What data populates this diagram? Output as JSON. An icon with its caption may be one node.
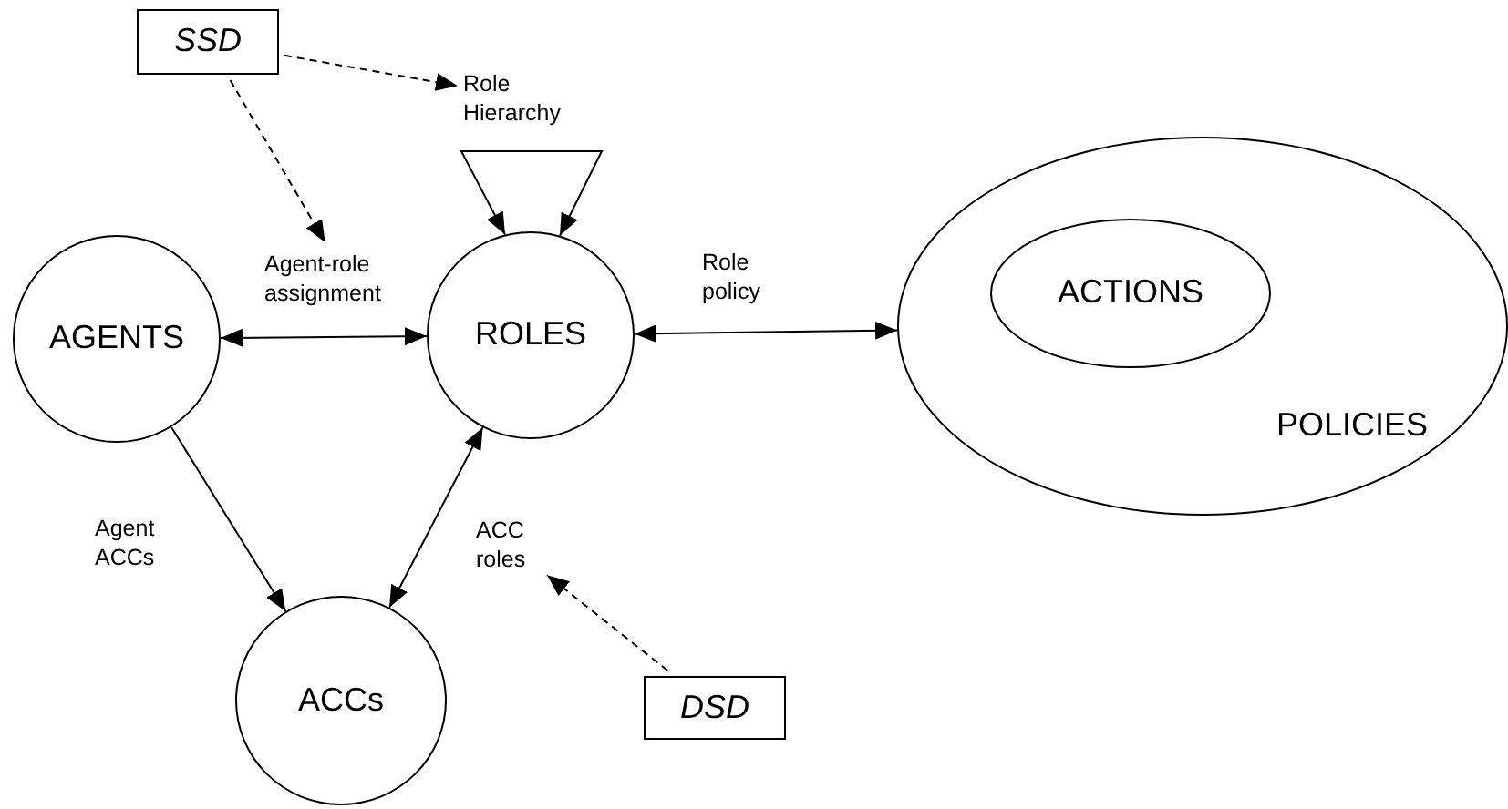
{
  "diagram": {
    "nodes": [
      {
        "text": [
          "SSD"
        ]
      },
      {
        "text": [
          "Role Hierarchy"
        ]
      },
      {
        "text": [
          "Agent-role assignment"
        ]
      },
      {
        "text": [
          "AGENTS"
        ]
      },
      {
        "text": [
          "ROLES"
        ]
      },
      {
        "text": [
          "POLICIES"
        ]
      },
      {
        "text": [
          "ACTIONS"
        ],
        "in": 5
      },
      {
        "text": [
          "ACC roles"
        ]
      },
      {
        "text": [
          "ACCs"
        ]
      },
      {
        "text": [
          "DSD"
        ]
      }
    ],
    "edges": [
      {
        "from": 0,
        "to": 1,
        "arrow": "to",
        "style": "dashed"
      },
      {
        "from": 0,
        "to": 2,
        "arrow": "to",
        "style": "dashed"
      },
      {
        "from": 4,
        "to": 4,
        "arrow": "both"
      },
      {
        "from": 3,
        "to": 4,
        "arrow": "both"
      },
      {
        "from": 4,
        "to": 5,
        "arrow": "both",
        "label": "Role policy"
      },
      {
        "from": 3,
        "to": 8,
        "arrow": "to",
        "label": "Agent ACCs"
      },
      {
        "from": 8,
        "to": 4,
        "arrow": "both"
      },
      {
        "from": 9,
        "to": 7,
        "arrow": "to",
        "style": "dashed"
      }
    ]
  }
}
